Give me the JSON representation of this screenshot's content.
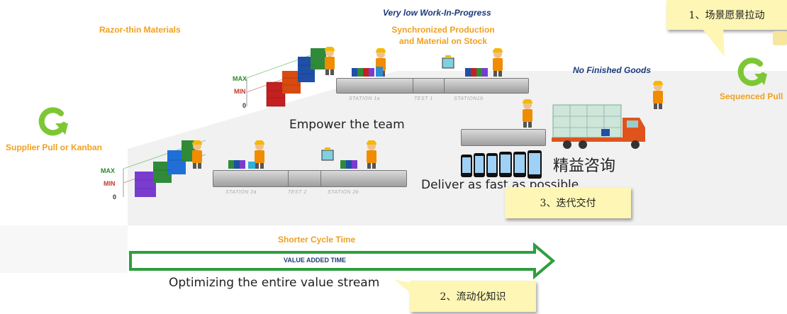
{
  "labels": {
    "razor_thin": "Razor-thin Materials",
    "very_low_wip": "Very low Work-In-Progress",
    "synchronized": "Synchronized Production\nand Material on Stock",
    "no_finished_goods": "No Finished Goods",
    "sequenced_pull": "Sequenced Pull",
    "supplier_pull": "Supplier Pull or Kanban",
    "shorter_cycle": "Shorter Cycle Time",
    "value_added_time": "VALUE ADDED TIME",
    "empower": "Empower the team",
    "deliver": "Deliver as fast as possible",
    "optimizing": "Optimizing the entire value stream",
    "jingyi": "精益咨询"
  },
  "axis": {
    "max": "MAX",
    "min": "MIN",
    "zero": "0"
  },
  "stations": {
    "s1a": "STATION 1a",
    "test1": "TEST 1",
    "s1b": "STATION1b",
    "s2a": "STATION 2a",
    "test2": "TEST 2",
    "s2b": "STATION 2b"
  },
  "notes": {
    "n1": "1、场景愿景拉动",
    "n2": "2、流动化知识",
    "n3": "3、迭代交付"
  },
  "colors": {
    "orange_text": "#f0a020",
    "navy_text": "#1d3a7a",
    "note_bg": "#fdf6b4",
    "arrow_green": "#2e9e3e",
    "max_green": "#2a8a2a",
    "min_red": "#c0392b"
  }
}
